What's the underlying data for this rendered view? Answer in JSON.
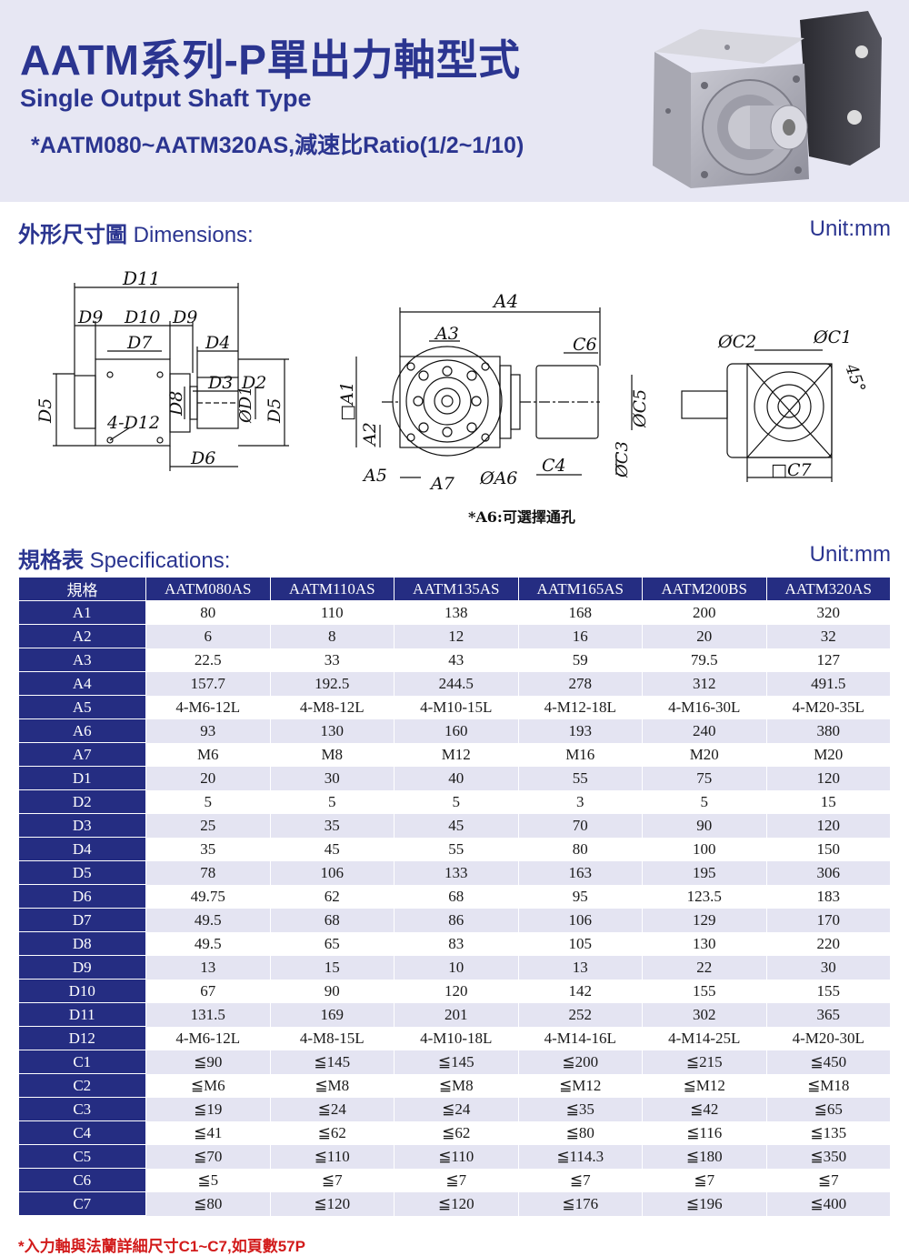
{
  "header": {
    "title": "AATM系列-P單出力軸型式",
    "subtitle": "Single Output Shaft Type",
    "ratio_note": "*AATM080~AATM320AS,減速比Ratio(1/2~1/10)"
  },
  "dimensions_section": {
    "heading_cjk": "外形尺寸圖",
    "heading_en": "Dimensions:",
    "unit": "Unit:mm",
    "labels": {
      "D11": "D11",
      "D9a": "D9",
      "D10": "D10",
      "D9b": "D9",
      "D7": "D7",
      "D4": "D4",
      "D3": "D3",
      "D2": "D2",
      "D5a": "D5",
      "D5b": "D5",
      "D8": "D8",
      "D1": "ØD1",
      "D12": "4-D12",
      "D6": "D6",
      "A4": "A4",
      "A3": "A3",
      "C6": "C6",
      "A1": "□A1",
      "A2": "A2",
      "C5": "ØC5",
      "C3": "ØC3",
      "C4": "C4",
      "A5": "A5",
      "A7": "A7",
      "A6": "ØA6",
      "C2": "ØC2",
      "C1": "ØC1",
      "deg45": "45°",
      "C7": "□C7"
    },
    "a6_note": "*A6:可選擇通孔"
  },
  "spec_section": {
    "heading_cjk": "規格表",
    "heading_en": "Specifications:",
    "unit": "Unit:mm"
  },
  "spec_table": {
    "header": [
      "規格",
      "AATM080AS",
      "AATM110AS",
      "AATM135AS",
      "AATM165AS",
      "AATM200BS",
      "AATM320AS"
    ],
    "rows": [
      [
        "A1",
        "80",
        "110",
        "138",
        "168",
        "200",
        "320"
      ],
      [
        "A2",
        "6",
        "8",
        "12",
        "16",
        "20",
        "32"
      ],
      [
        "A3",
        "22.5",
        "33",
        "43",
        "59",
        "79.5",
        "127"
      ],
      [
        "A4",
        "157.7",
        "192.5",
        "244.5",
        "278",
        "312",
        "491.5"
      ],
      [
        "A5",
        "4-M6-12L",
        "4-M8-12L",
        "4-M10-15L",
        "4-M12-18L",
        "4-M16-30L",
        "4-M20-35L"
      ],
      [
        "A6",
        "93",
        "130",
        "160",
        "193",
        "240",
        "380"
      ],
      [
        "A7",
        "M6",
        "M8",
        "M12",
        "M16",
        "M20",
        "M20"
      ],
      [
        "D1",
        "20",
        "30",
        "40",
        "55",
        "75",
        "120"
      ],
      [
        "D2",
        "5",
        "5",
        "5",
        "3",
        "5",
        "15"
      ],
      [
        "D3",
        "25",
        "35",
        "45",
        "70",
        "90",
        "120"
      ],
      [
        "D4",
        "35",
        "45",
        "55",
        "80",
        "100",
        "150"
      ],
      [
        "D5",
        "78",
        "106",
        "133",
        "163",
        "195",
        "306"
      ],
      [
        "D6",
        "49.75",
        "62",
        "68",
        "95",
        "123.5",
        "183"
      ],
      [
        "D7",
        "49.5",
        "68",
        "86",
        "106",
        "129",
        "170"
      ],
      [
        "D8",
        "49.5",
        "65",
        "83",
        "105",
        "130",
        "220"
      ],
      [
        "D9",
        "13",
        "15",
        "10",
        "13",
        "22",
        "30"
      ],
      [
        "D10",
        "67",
        "90",
        "120",
        "142",
        "155",
        "155"
      ],
      [
        "D11",
        "131.5",
        "169",
        "201",
        "252",
        "302",
        "365"
      ],
      [
        "D12",
        "4-M6-12L",
        "4-M8-15L",
        "4-M10-18L",
        "4-M14-16L",
        "4-M14-25L",
        "4-M20-30L"
      ],
      [
        "C1",
        "≦90",
        "≦145",
        "≦145",
        "≦200",
        "≦215",
        "≦450"
      ],
      [
        "C2",
        "≦M6",
        "≦M8",
        "≦M8",
        "≦M12",
        "≦M12",
        "≦M18"
      ],
      [
        "C3",
        "≦19",
        "≦24",
        "≦24",
        "≦35",
        "≦42",
        "≦65"
      ],
      [
        "C4",
        "≦41",
        "≦62",
        "≦62",
        "≦80",
        "≦116",
        "≦135"
      ],
      [
        "C5",
        "≦70",
        "≦110",
        "≦110",
        "≦114.3",
        "≦180",
        "≦350"
      ],
      [
        "C6",
        "≦5",
        "≦7",
        "≦7",
        "≦7",
        "≦7",
        "≦7"
      ],
      [
        "C7",
        "≦80",
        "≦120",
        "≦120",
        "≦176",
        "≦196",
        "≦400"
      ]
    ]
  },
  "footnote": "*入力軸與法蘭詳細尺寸C1~C7,如頁數57P",
  "colors": {
    "brand": "#2b3590",
    "table_head": "#252d82",
    "stripe": "#e4e4f2",
    "note_red": "#d21b1b"
  }
}
